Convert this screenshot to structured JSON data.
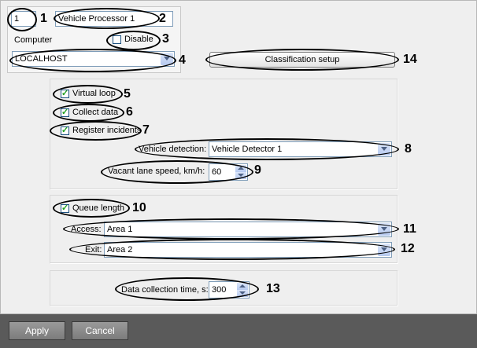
{
  "header": {
    "id_value": "1",
    "name_value": "Vehicle Processor 1",
    "computer_label": "Computer",
    "disable_label": "Disable",
    "computer_value": "LOCALHOST",
    "classification_button": "Classification setup"
  },
  "options": {
    "virtual_loop": "Virtual loop",
    "collect_data": "Collect data",
    "register_incidents": "Register incidents",
    "vehicle_detection_label": "Vehicle detection:",
    "vehicle_detection_value": "Vehicle Detector 1",
    "vacant_speed_label": "Vacant lane speed, km/h:",
    "vacant_speed_value": "60"
  },
  "queue": {
    "queue_length": "Queue length",
    "access_label": "Access:",
    "access_value": "Area 1",
    "exit_label": "Exit:",
    "exit_value": "Area 2"
  },
  "collection": {
    "time_label": "Data collection time, s:",
    "time_value": "300"
  },
  "buttons": {
    "apply": "Apply",
    "cancel": "Cancel"
  },
  "callouts": [
    "1",
    "2",
    "3",
    "4",
    "5",
    "6",
    "7",
    "8",
    "9",
    "10",
    "11",
    "12",
    "13",
    "14"
  ],
  "checkbox_states": {
    "disable": false,
    "virtual_loop": true,
    "collect_data": true,
    "register_incidents": true,
    "queue_length": true
  }
}
